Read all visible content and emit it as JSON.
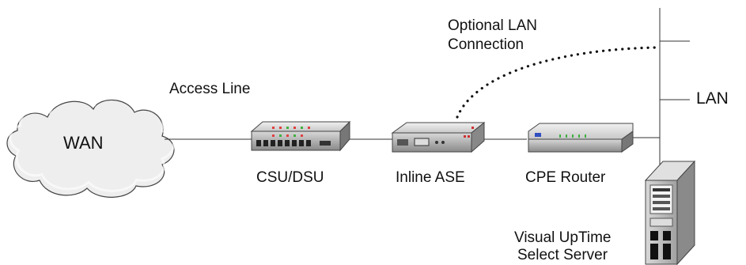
{
  "labels": {
    "wan": "WAN",
    "access_line": "Access Line",
    "optional_lan_line1": "Optional LAN",
    "optional_lan_line2": "Connection",
    "lan": "LAN",
    "csu_dsu": "CSU/DSU",
    "inline_ase": "Inline ASE",
    "cpe_router": "CPE Router",
    "server_line1": "Visual UpTime",
    "server_line2": "Select Server"
  },
  "icons": {
    "csu_dsu": "csu-dsu-device-icon",
    "inline_ase": "inline-ase-device-icon",
    "cpe_router": "router-icon",
    "server": "tower-server-icon",
    "wan": "cloud-icon"
  }
}
